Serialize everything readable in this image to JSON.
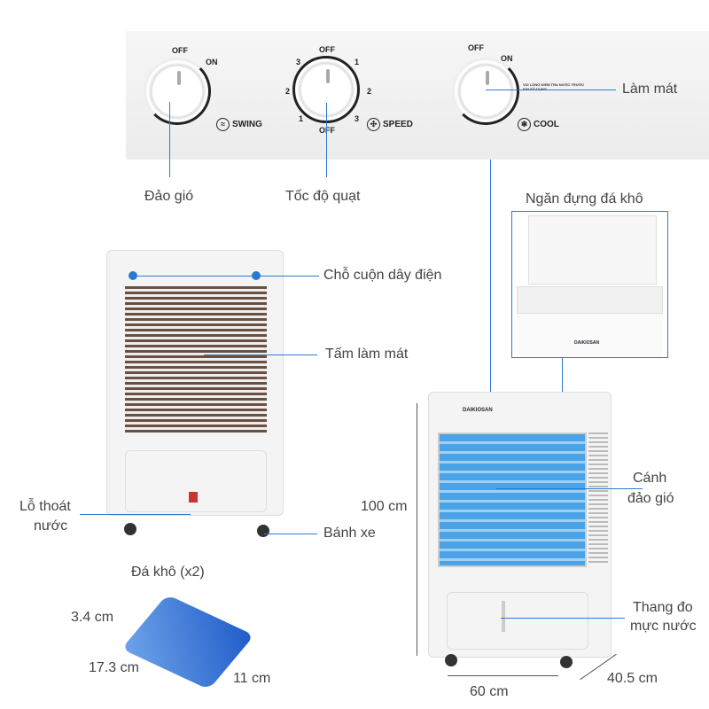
{
  "control_panel": {
    "swing_knob": {
      "off": "OFF",
      "on": "ON",
      "label": "SWING",
      "icon": "swing-icon"
    },
    "speed_knob": {
      "off_top": "OFF",
      "off_bottom": "OFF",
      "left": [
        "3",
        "2",
        "1"
      ],
      "right": [
        "1",
        "2",
        "3"
      ],
      "label": "SPEED",
      "icon": "fan-icon"
    },
    "cool_knob": {
      "off": "OFF",
      "on": "ON",
      "label": "COOL",
      "icon": "snowflake-icon",
      "notice": "VUI LÒNG KIỂM TRA NƯỚC TRƯỚC KHI SỬ DỤNG"
    }
  },
  "labels": {
    "cooling": "Làm mát",
    "swing": "Đảo gió",
    "fan_speed": "Tốc độ quạt",
    "ice_compartment": "Ngăn đựng đá khô",
    "cord_wrap": "Chỗ cuộn dây điện",
    "cooling_pad": "Tấm làm mát",
    "drain_line1": "Lỗ thoát",
    "drain_line2": "nước",
    "wheels": "Bánh xe",
    "ice_pack": "Đá khô (x2)",
    "louver_line1": "Cánh",
    "louver_line2": "đảo gió",
    "water_gauge_line1": "Thang đo",
    "water_gauge_line2": "mực nước"
  },
  "dimensions": {
    "ice_thickness": "3.4 cm",
    "ice_length": "17.3 cm",
    "ice_width": "11 cm",
    "height": "100 cm",
    "width": "60 cm",
    "depth": "40.5 cm"
  },
  "brand": "DAIKIOSAN",
  "accent_color": "#2a7ad4"
}
